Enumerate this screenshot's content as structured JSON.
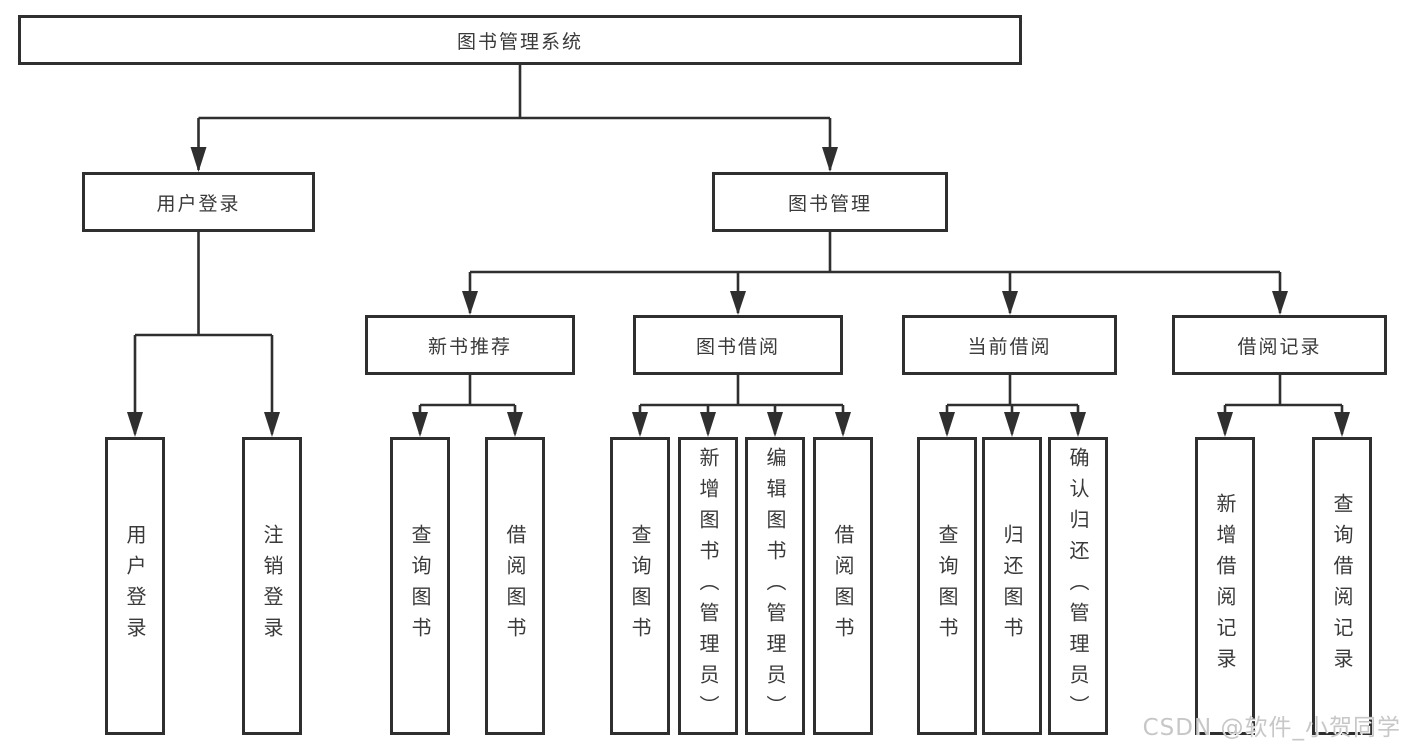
{
  "page": {
    "watermark": "CSDN @软件_小贺同学",
    "colors": {
      "line": "#2f2f2f",
      "text": "#3a3a3a",
      "box_fill": "#ffffff",
      "watermark": "#c7c7c7"
    }
  },
  "tree": {
    "root": {
      "label": "图书管理系统"
    },
    "level2": [
      {
        "label": "用户登录"
      },
      {
        "label": "图书管理"
      }
    ],
    "level3": [
      {
        "label": "新书推荐"
      },
      {
        "label": "图书借阅"
      },
      {
        "label": "当前借阅"
      },
      {
        "label": "借阅记录"
      }
    ],
    "leaves": {
      "user_login": [
        "用户登录",
        "注销登录"
      ],
      "new_book": [
        "查询图书",
        "借阅图书"
      ],
      "book_borrow": [
        "查询图书",
        "新增图书（管理员）",
        "编辑图书（管理员）",
        "借阅图书"
      ],
      "current_borrow": [
        "查询图书",
        "归还图书",
        "确认归还（管理员）"
      ],
      "borrow_record": [
        "新增借阅记录",
        "查询借阅记录"
      ]
    }
  }
}
